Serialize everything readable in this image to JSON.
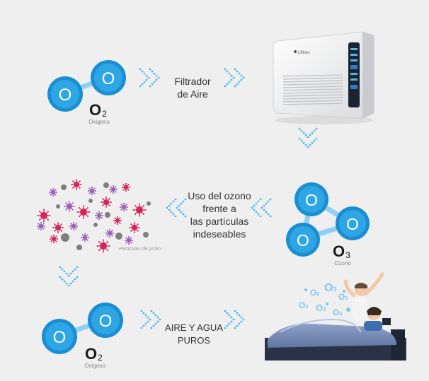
{
  "colors": {
    "atom_outer": "#1b8ed0",
    "atom_inner": "#2ea6e6",
    "bond": "#8fd0f2",
    "arrow_dots": "#4fb6e8",
    "virus_red": "#d6245a",
    "virus_purple": "#9b5fb4",
    "particle_gray": "#7f7f7f",
    "bubble_blue": "#7fc6ee"
  },
  "molecules": {
    "top_left": {
      "atom_letter": "O",
      "formula": "O",
      "subscript": "2",
      "caption": "Oxigeno"
    },
    "ozone": {
      "atom_letter": "O",
      "formula": "O",
      "subscript": "3",
      "caption": "Ozono"
    },
    "bottom_left": {
      "atom_letter": "O",
      "formula": "O",
      "subscript": "2",
      "caption": "Oxigeno"
    }
  },
  "steps": {
    "filter_label": "Filtrador\nde Aire",
    "ozone_use_label": "Uso del ozono\nfrente a\nlas partículas\nindeseables",
    "result_label": "AIRE Y AGUA\nPUROS"
  },
  "device": {
    "brand": "Liftron"
  },
  "dust": {
    "caption": "Particulas de polvo"
  },
  "bubbles": {
    "letter": "O",
    "subscripts": [
      "2",
      "3"
    ]
  }
}
